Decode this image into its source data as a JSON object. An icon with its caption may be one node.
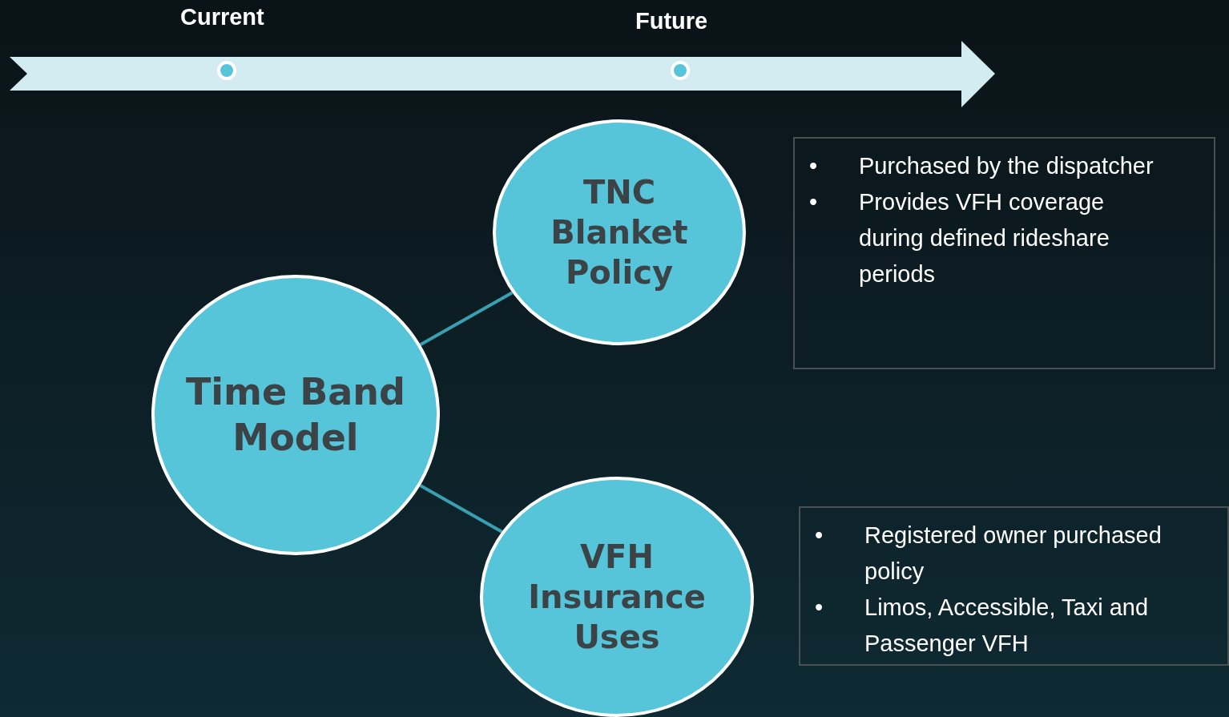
{
  "diagram": {
    "nodes": [
      {
        "text": [
          "Time Band Model"
        ]
      },
      {
        "text": [
          "TNC Blanket Policy"
        ]
      },
      {
        "text": [
          "VFH Insurance Uses"
        ]
      },
      {
        "text": [
          "•",
          "Purchased by the dispatcher",
          "•",
          "Provides VFH coverage during defined rideshare periods"
        ]
      },
      {
        "text": [
          "•",
          "Registered owner purchased policy",
          "•",
          "Limos, Accessible, Taxi and Passenger VFH"
        ]
      }
    ],
    "edges": [
      {
        "from": 0,
        "to": 1,
        "arrow": "none"
      },
      {
        "from": 0,
        "to": 2,
        "arrow": "none"
      }
    ],
    "labels": [
      "Current",
      "Future"
    ]
  }
}
